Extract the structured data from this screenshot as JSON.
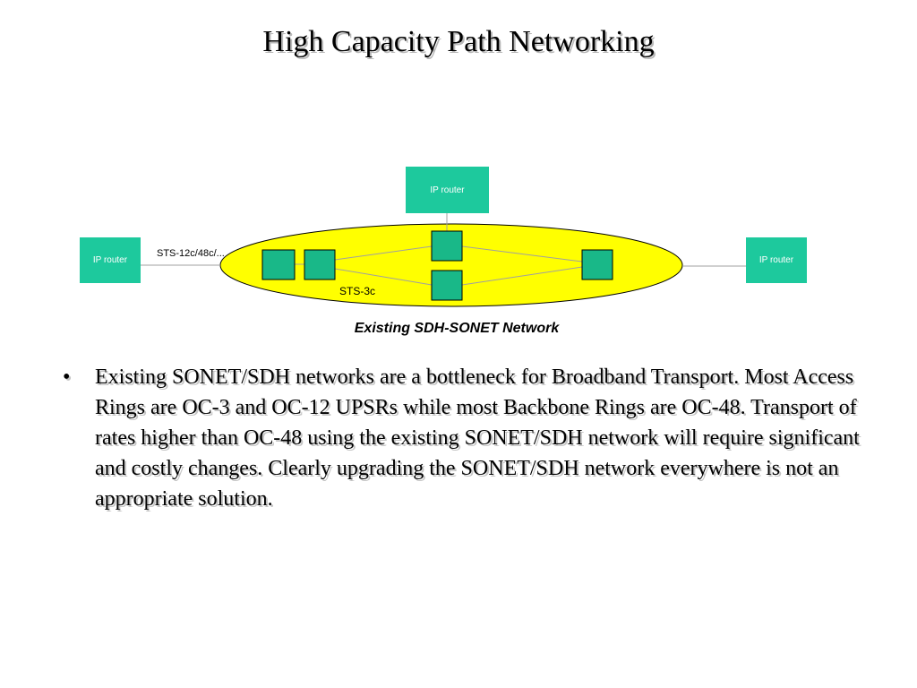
{
  "slide": {
    "title": "High Capacity Path Networking",
    "diagram": {
      "router_label": "IP router",
      "routers": [
        {
          "id": "top",
          "label": "IP router"
        },
        {
          "id": "left",
          "label": "IP router"
        },
        {
          "id": "right",
          "label": "IP router"
        }
      ],
      "link_label_left": "STS-12c/48c/...",
      "link_label_ring": "STS-3c",
      "caption": "Existing SDH-SONET Network",
      "colors": {
        "router_fill": "#1dc99d",
        "node_fill": "#19b888",
        "ellipse_fill": "#ffff00",
        "line": "#a0a0a0"
      }
    },
    "bullets": [
      {
        "marker": "•",
        "text": "Existing SONET/SDH networks are a bottleneck for Broadband Transport.  Most Access Rings are OC-3 and OC-12 UPSRs while most Backbone Rings are OC-48.  Transport of rates higher than OC-48 using the existing SONET/SDH network will require significant and costly changes.  Clearly upgrading the SONET/SDH network everywhere is not an appropriate solution."
      }
    ]
  }
}
